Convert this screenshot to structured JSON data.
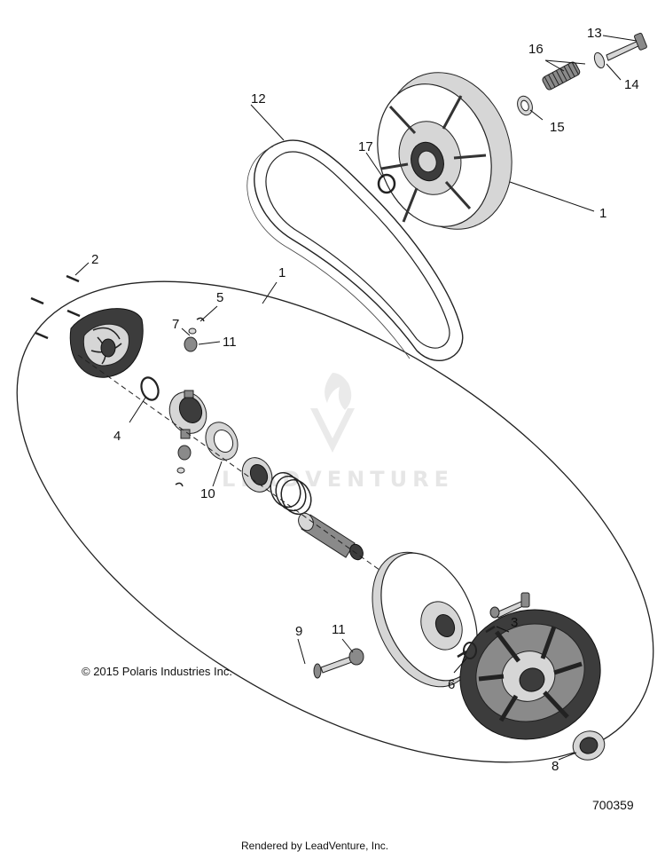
{
  "diagram": {
    "callouts": [
      {
        "id": "c1a",
        "label": "1"
      },
      {
        "id": "c1b",
        "label": "1"
      },
      {
        "id": "c2",
        "label": "2"
      },
      {
        "id": "c3",
        "label": "3"
      },
      {
        "id": "c4",
        "label": "4"
      },
      {
        "id": "c5",
        "label": "5"
      },
      {
        "id": "c6",
        "label": "6"
      },
      {
        "id": "c7",
        "label": "7"
      },
      {
        "id": "c8",
        "label": "8"
      },
      {
        "id": "c9",
        "label": "9"
      },
      {
        "id": "c10",
        "label": "10"
      },
      {
        "id": "c11a",
        "label": "11"
      },
      {
        "id": "c11b",
        "label": "11"
      },
      {
        "id": "c12",
        "label": "12"
      },
      {
        "id": "c13",
        "label": "13"
      },
      {
        "id": "c14",
        "label": "14"
      },
      {
        "id": "c15",
        "label": "15"
      },
      {
        "id": "c16",
        "label": "16"
      },
      {
        "id": "c17",
        "label": "17"
      }
    ],
    "copyright": "© 2015 Polaris Industries Inc.",
    "figure_number": "700359",
    "footer": "Rendered by LeadVenture, Inc.",
    "watermark": "LEADVENTURE"
  }
}
